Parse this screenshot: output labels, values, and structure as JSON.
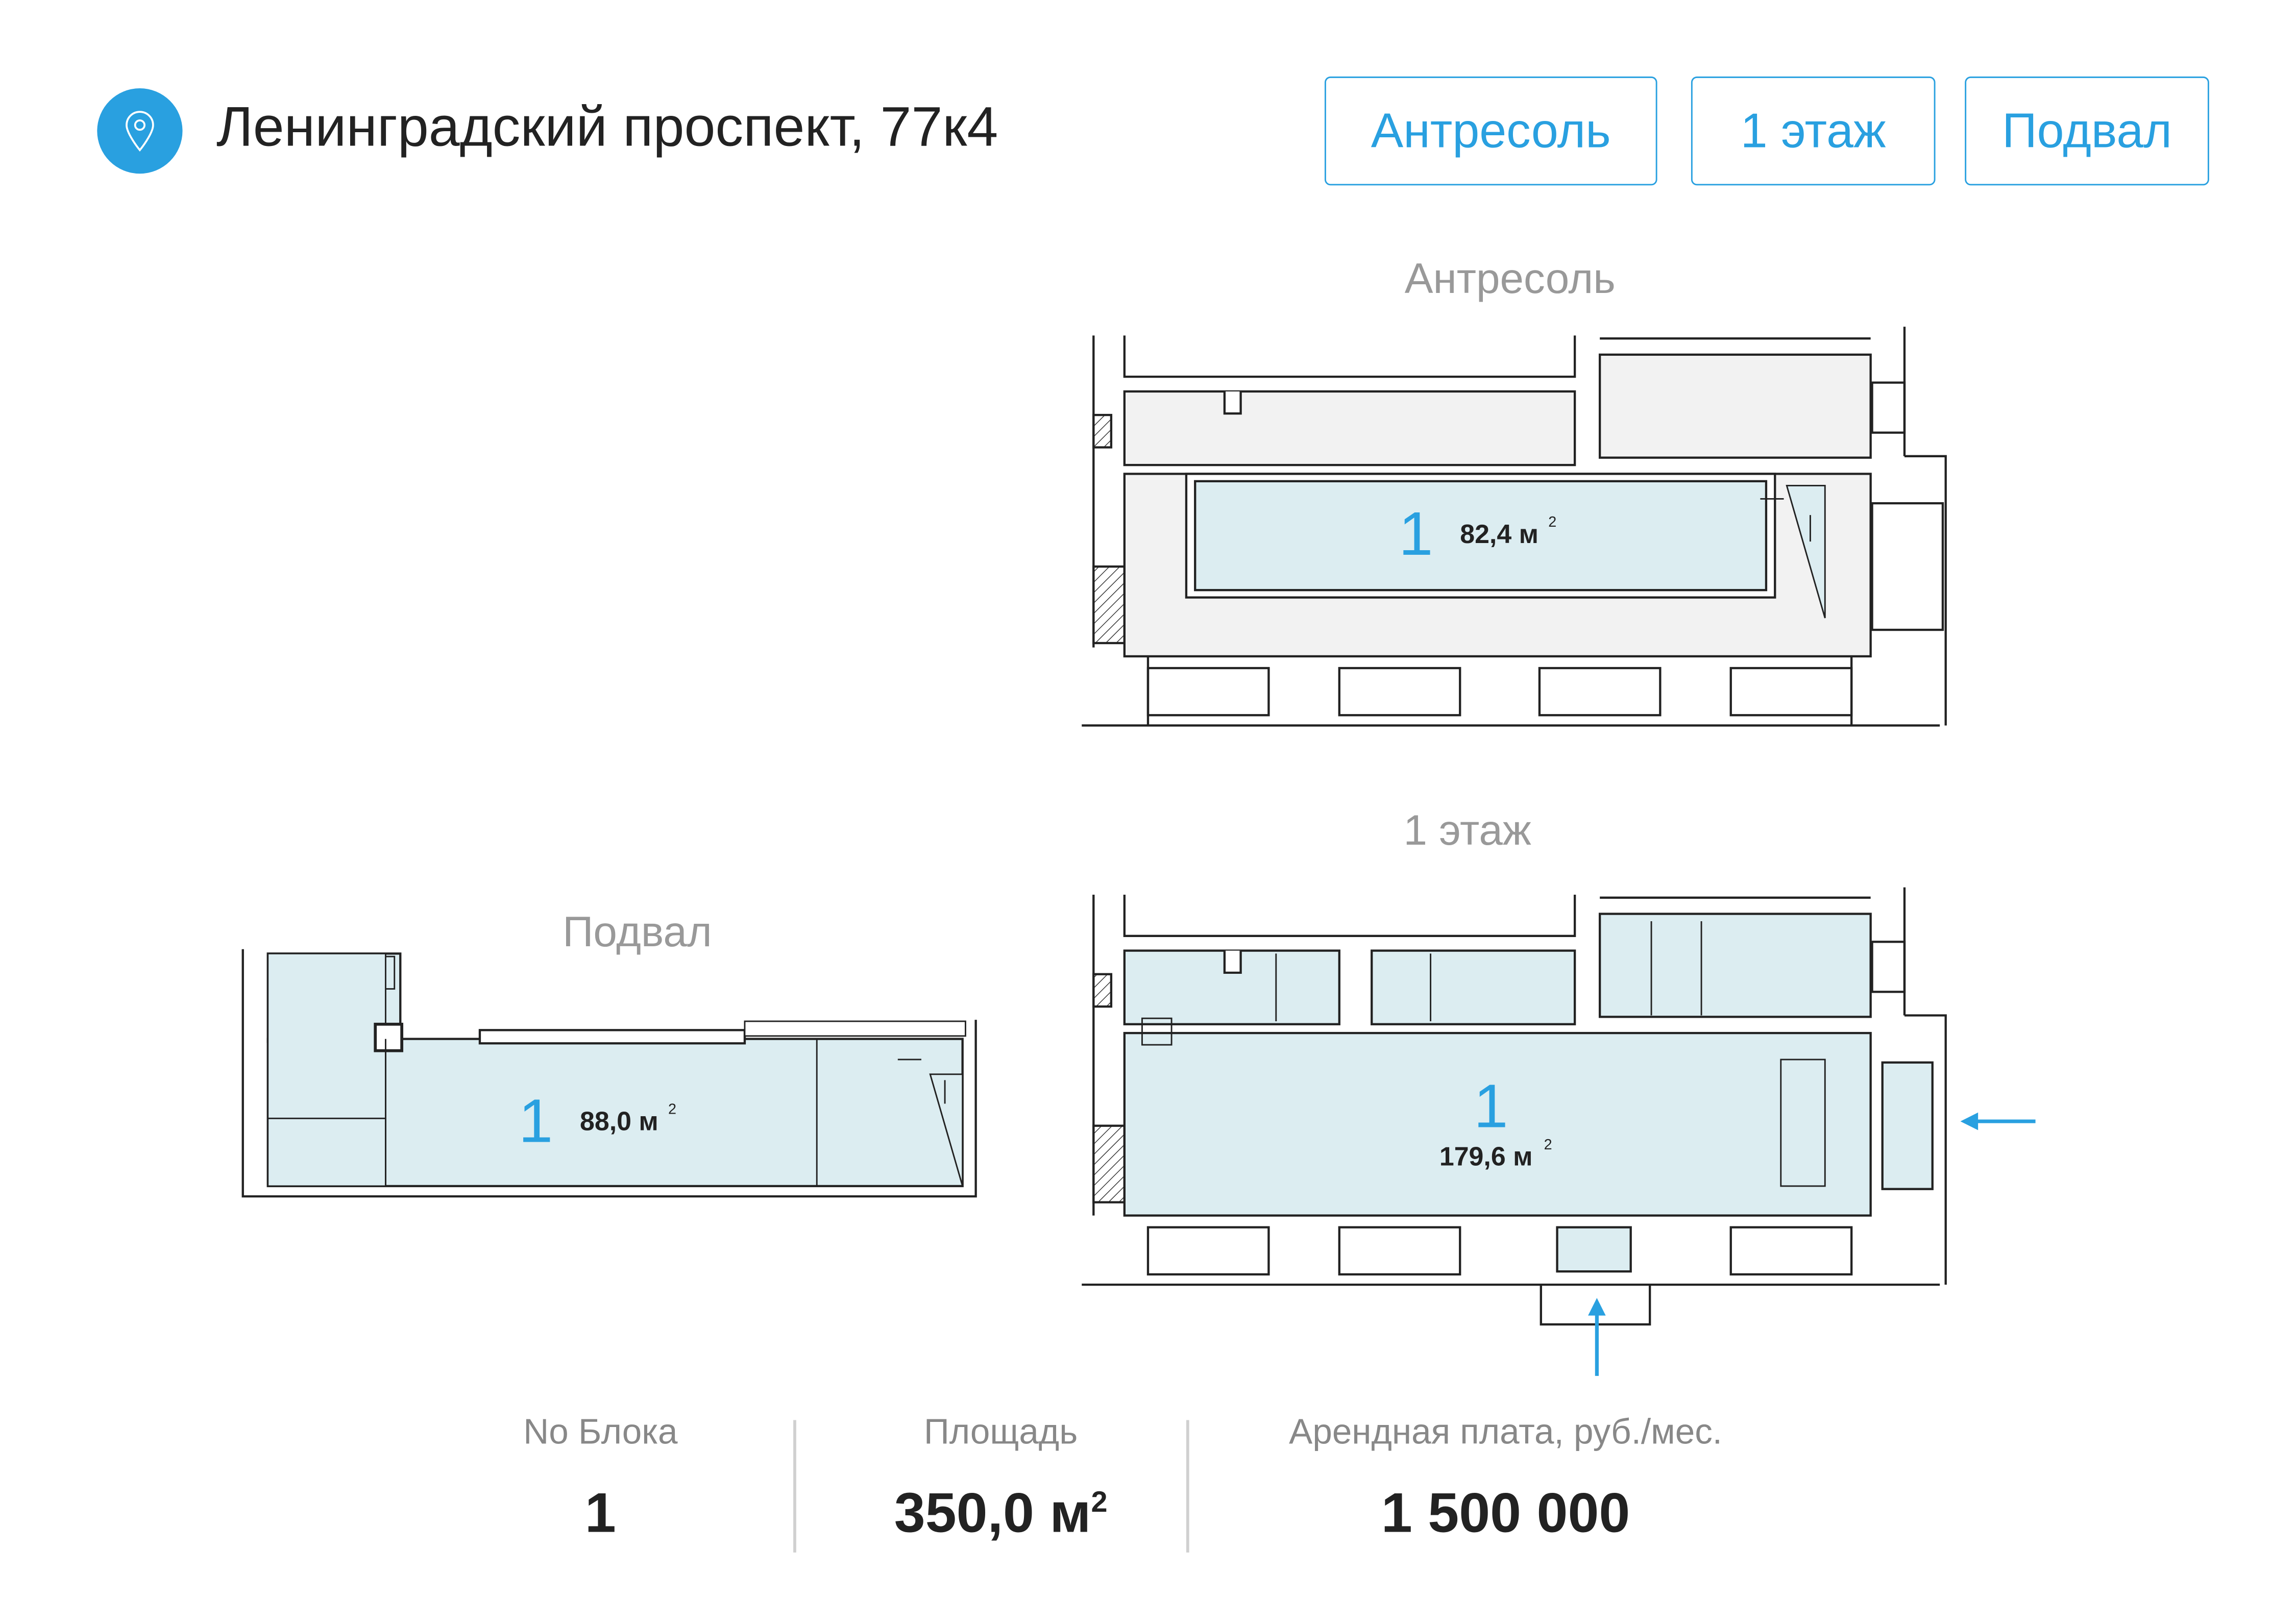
{
  "header": {
    "title": "Ленинградский проспект, 77к4",
    "icon": "map-pin-icon"
  },
  "floor_buttons": [
    {
      "label": "Антресоль"
    },
    {
      "label": "1 этаж"
    },
    {
      "label": "Подвал"
    }
  ],
  "plans": {
    "mezzanine": {
      "title": "Антресоль",
      "block": "1",
      "area": "82,4 м",
      "sup": "2"
    },
    "first_floor": {
      "title": "1 этаж",
      "block": "1",
      "area": "179,6 м",
      "sup": "2"
    },
    "basement": {
      "title": "Подвал",
      "block": "1",
      "area": "88,0 м",
      "sup": "2"
    }
  },
  "stats": {
    "block_label": "No Блока",
    "block_value": "1",
    "area_label": "Площадь",
    "area_value": "350,0 м",
    "area_sup": "2",
    "rent_label": "Арендная плата, руб./мес.",
    "rent_value": "1 500 000"
  },
  "colors": {
    "accent": "#29a0e0",
    "room_fill": "#dcedf1",
    "wall_fill": "#f2f2f2"
  }
}
